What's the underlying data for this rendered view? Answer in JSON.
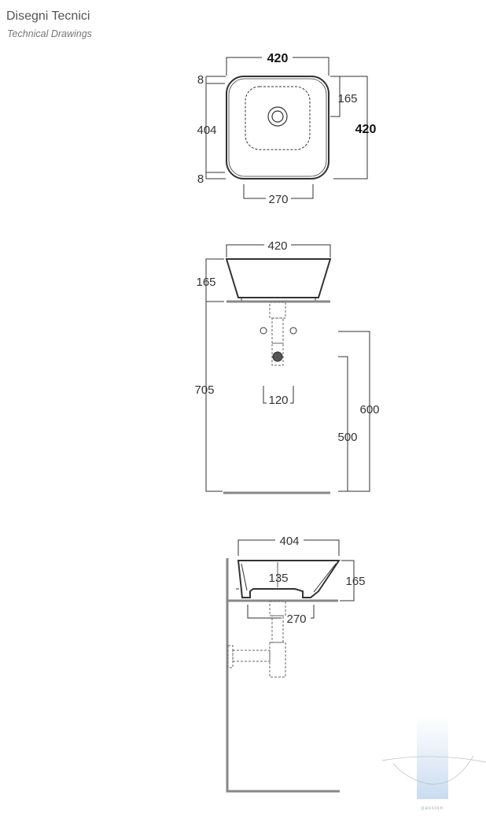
{
  "header": {
    "title": "Disegni Tecnici",
    "subtitle": "Technical Drawings"
  },
  "top_view": {
    "width": "420",
    "depth": "420",
    "top_offset": "8",
    "inner": "404",
    "bottom_offset": "8",
    "drain_offset": "165",
    "base_width": "270"
  },
  "front_view": {
    "width": "420",
    "height": "165",
    "total_height": "705",
    "tap_spacing": "120",
    "counter_height": "600",
    "drain_height": "500"
  },
  "side_view": {
    "width": "404",
    "inner_depth": "135",
    "height": "165",
    "base_width": "270"
  },
  "watermark": {
    "brand": "passion"
  }
}
